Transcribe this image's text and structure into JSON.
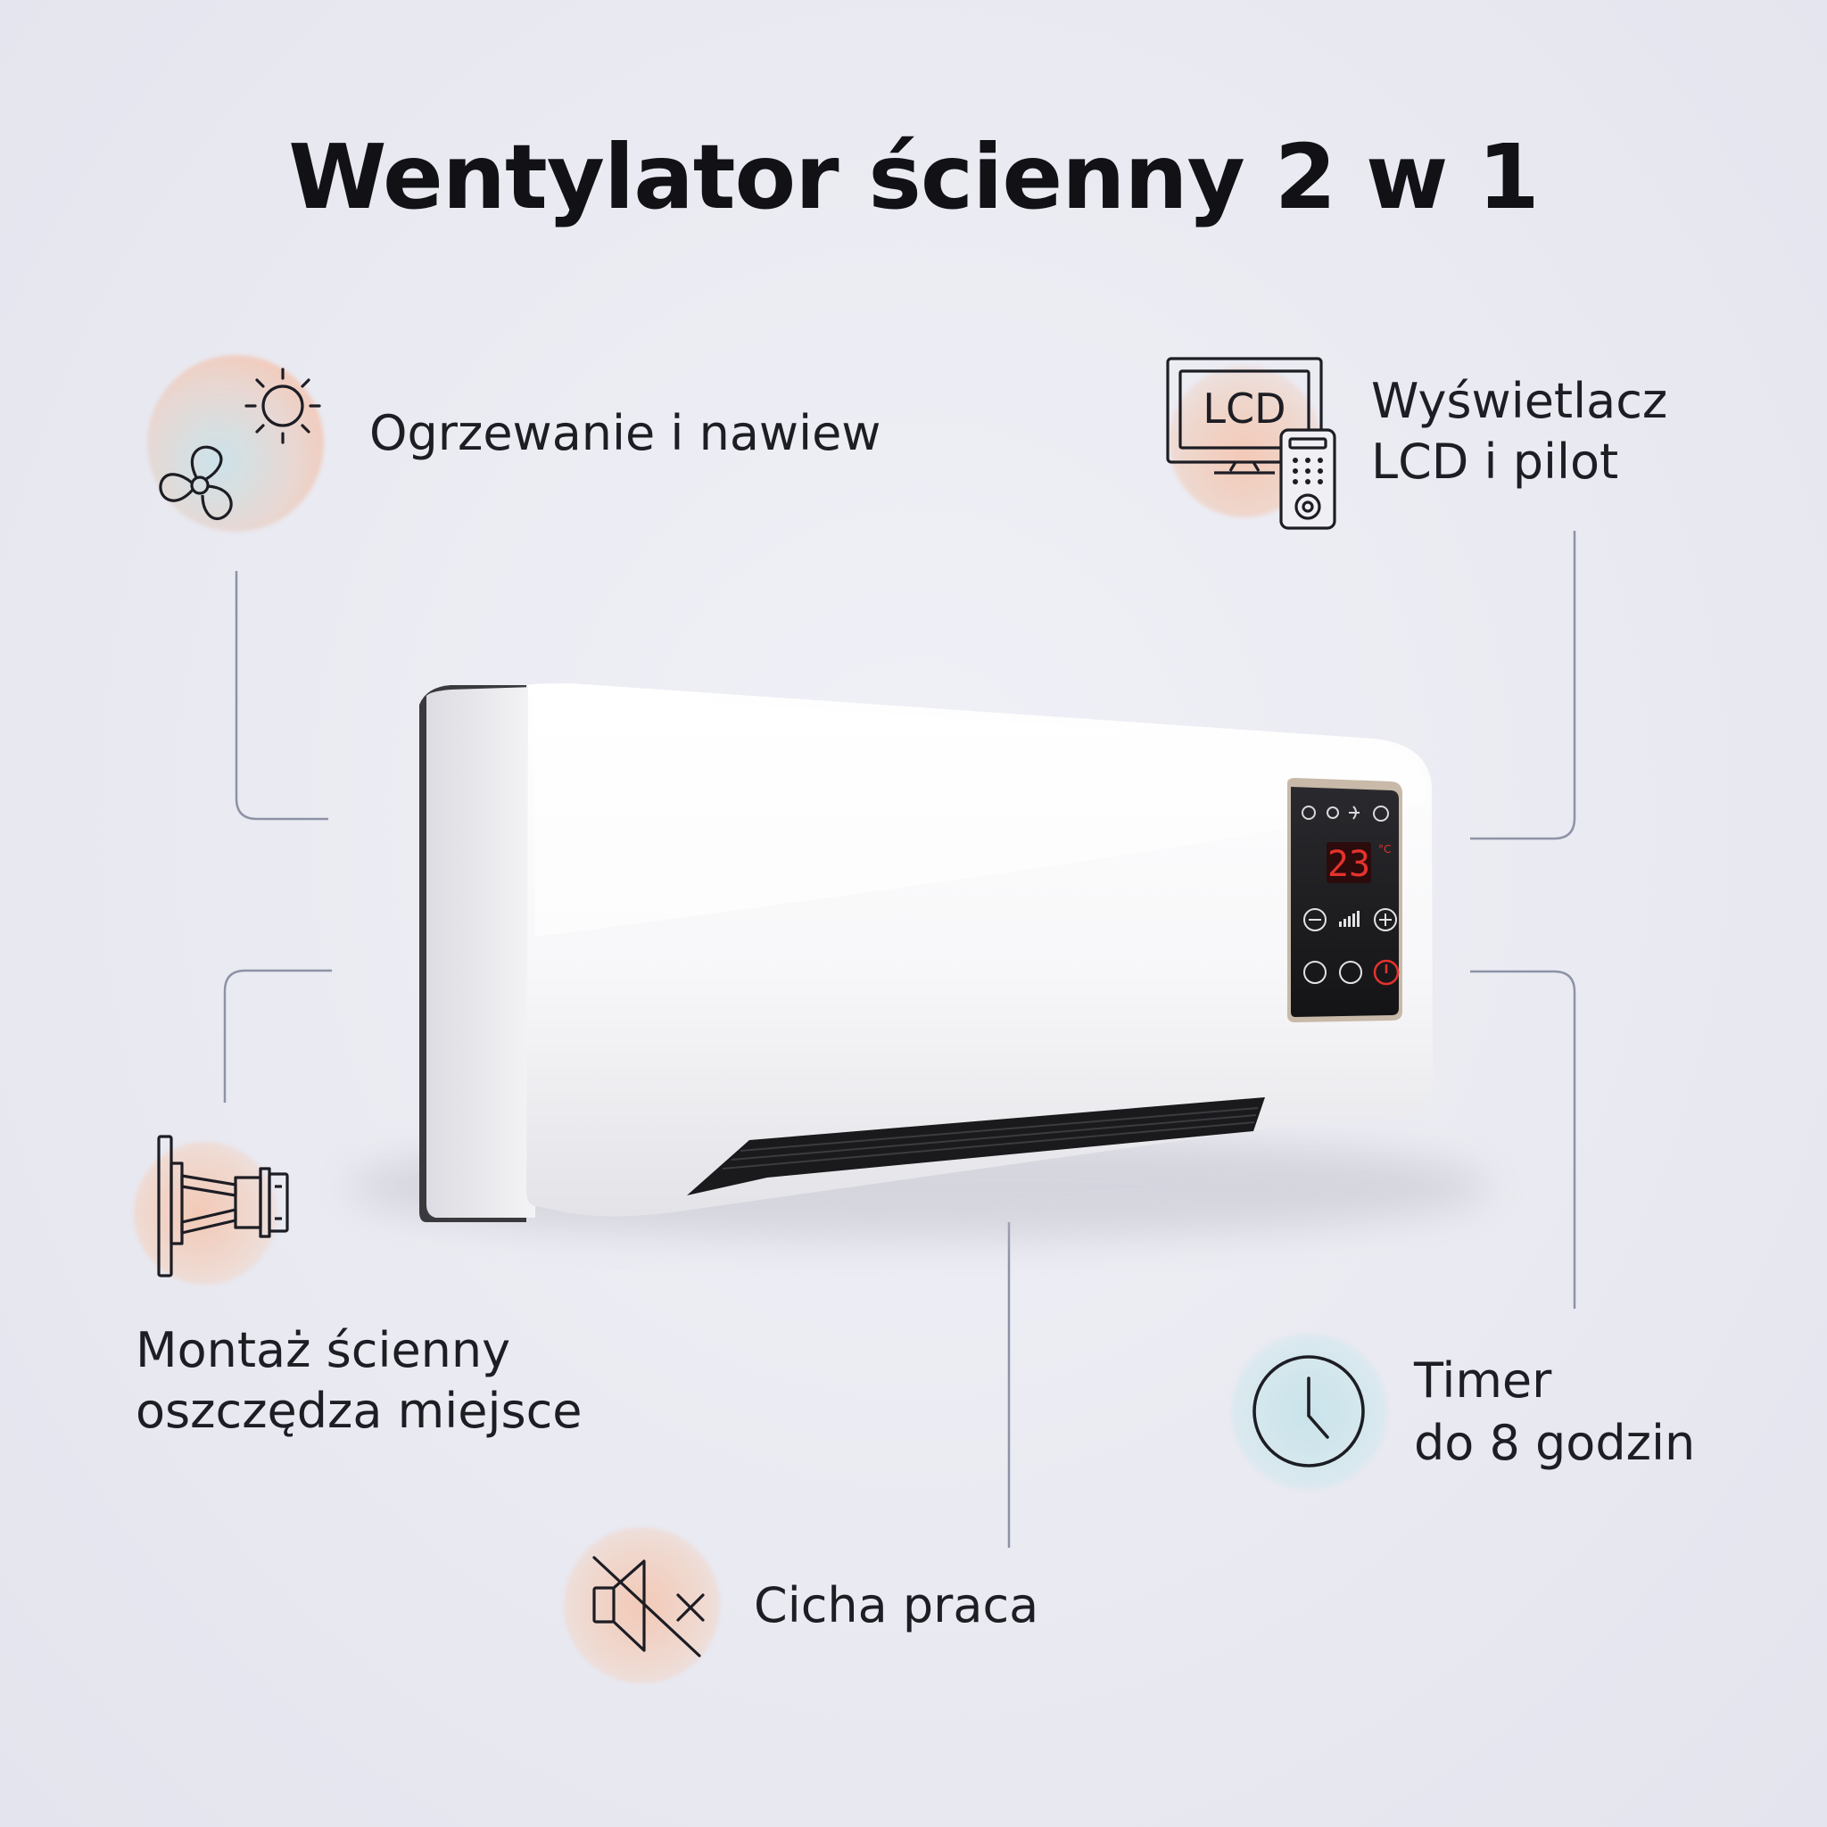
{
  "title": "Wentylator ścienny 2 w 1",
  "features": {
    "heating": {
      "label": "Ogrzewanie i nawiew",
      "icons": [
        "sun-icon",
        "fan-icon"
      ]
    },
    "display": {
      "line1": "Wyświetlacz",
      "line2": "LCD i pilot",
      "screen_text": "LCD",
      "icons": [
        "monitor-icon",
        "remote-icon"
      ]
    },
    "mounting": {
      "line1": "Montaż ścienny",
      "line2": "oszczędza miejsce",
      "icons": [
        "wall-mount-icon"
      ]
    },
    "timer": {
      "line1": "Timer",
      "line2": "do 8 godzin",
      "icons": [
        "clock-icon"
      ]
    },
    "quiet": {
      "label": "Cicha praca",
      "icons": [
        "muted-speaker-icon"
      ]
    }
  },
  "device": {
    "temperature_display": "23",
    "unit": "°C"
  },
  "colors": {
    "background": "#ebebf2",
    "connector_line": "#8d93a6",
    "blob_peach": "#f3c9b7",
    "blob_blue": "#c9e3ea",
    "display_red": "#e5322d",
    "panel_dark": "#1c1c1f"
  }
}
